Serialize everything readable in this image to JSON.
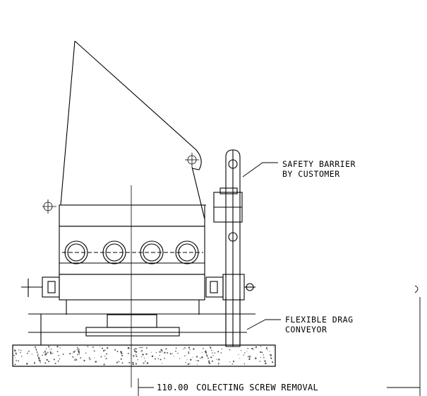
{
  "drawing": {
    "callouts": {
      "safety_barrier": {
        "line1": "SAFETY BARRIER",
        "line2": "BY CUSTOMER"
      },
      "drag_conveyor": {
        "line1": "FLEXIBLE DRAG",
        "line2": "CONVEYOR"
      }
    },
    "dimension": {
      "value": "110.00",
      "label": "COLECTING SCREW REMOVAL"
    },
    "colors": {
      "line": "#000000",
      "background": "#ffffff",
      "hatch": "#555555"
    }
  }
}
